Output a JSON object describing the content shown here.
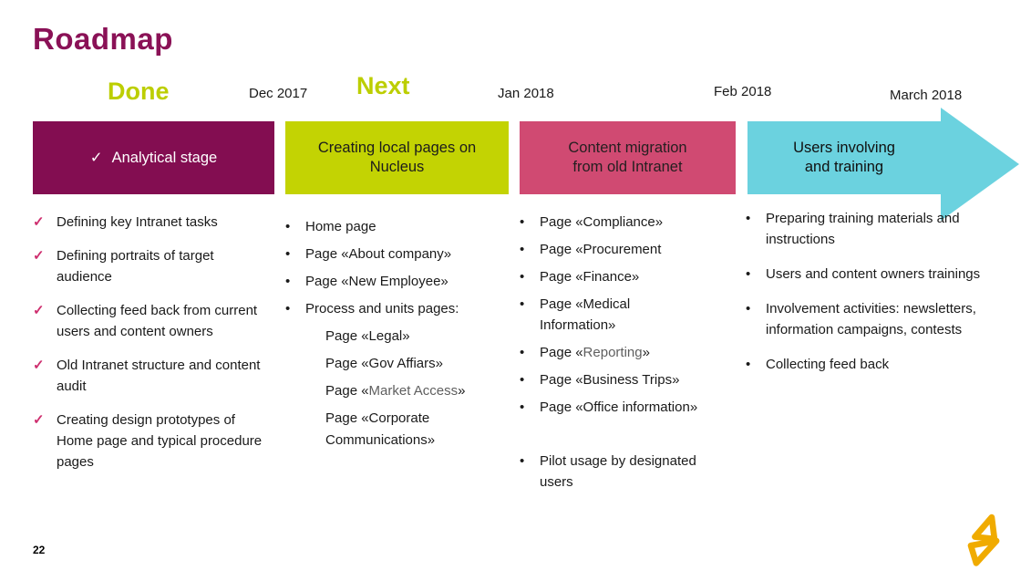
{
  "slide": {
    "title": "Roadmap",
    "page_number": "22"
  },
  "icons": {
    "check_glyph": "✓",
    "bullet_glyph": "•"
  },
  "timeline": {
    "done_label": "Done",
    "next_label": "Next",
    "dates": [
      "Dec 2017",
      "Jan 2018",
      "Feb 2018",
      "March 2018"
    ]
  },
  "columns": [
    {
      "header": {
        "line1": "Analytical stage"
      },
      "items": [
        {
          "text": "Defining key Intranet tasks"
        },
        {
          "text": "Defining portraits of target audience"
        },
        {
          "text": "Collecting feed back from current users and content owners"
        },
        {
          "text": "Old Intranet structure and content audit"
        },
        {
          "text": "Creating design prototypes of Home page and typical procedure pages"
        }
      ]
    },
    {
      "header": {
        "line1": "Creating local pages on",
        "line2": "Nucleus"
      },
      "items": [
        {
          "text": "Home page"
        },
        {
          "text": "Page «About company»"
        },
        {
          "text": "Page «New Employee»"
        },
        {
          "text": "Process and units pages:"
        }
      ],
      "subitems": [
        {
          "text": "Page «Legal»"
        },
        {
          "text": "Page «Gov Affiars»"
        },
        {
          "prefix": "Page «",
          "muted": "Market Access",
          "suffix": "»"
        },
        {
          "text": "Page «Corporate Communications»"
        }
      ]
    },
    {
      "header": {
        "line1": "Content migration",
        "line2": "from old Intranet"
      },
      "items": [
        {
          "text": "Page «Compliance»"
        },
        {
          "text": "Page «Procurement"
        },
        {
          "text": "Page «Finance»"
        },
        {
          "text": "Page «Medical Information»"
        },
        {
          "prefix": "Page «",
          "muted": "Reporting",
          "suffix": "»"
        },
        {
          "text": "Page «Business Trips»"
        },
        {
          "text": "Page «Office information»"
        },
        {
          "text": "Pilot usage by designated users"
        }
      ]
    },
    {
      "header": {
        "line1": "Users involving",
        "line2": "and training"
      },
      "items": [
        {
          "text": "Preparing training materials and instructions"
        },
        {
          "text": "Users and content owners trainings"
        },
        {
          "text": "Involvement activities: newsletters, information campaigns, contests"
        },
        {
          "text": "Collecting feed back"
        }
      ]
    }
  ],
  "colors": {
    "title_mulberry": "#8A1156",
    "header1_mulberry": "#830D51",
    "header2_lime": "#C3D303",
    "header3_pink": "#D04A72",
    "header4_cyan": "#6BD2DF",
    "phase_label_lime": "#BCCE00",
    "check_pink": "#CE2F6F",
    "muted_gray": "#5f5f5f",
    "logo_gold": "#F0AB00"
  }
}
